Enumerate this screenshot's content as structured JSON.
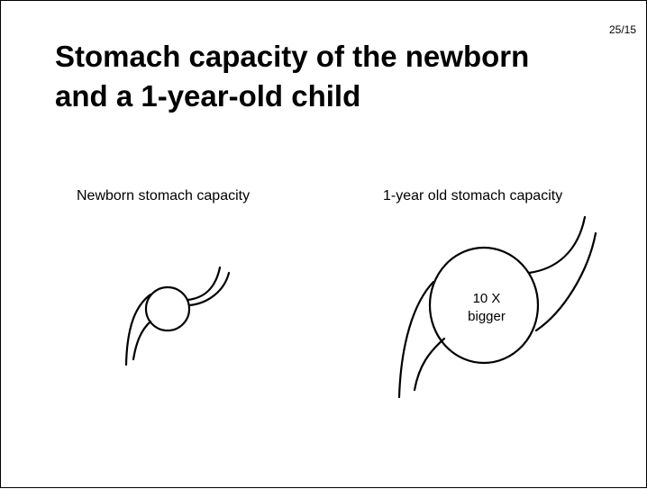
{
  "slide": {
    "page_number": "25/15",
    "title_lines": [
      "Stomach capacity of the newborn",
      "and a 1-year-old child"
    ]
  },
  "diagram": {
    "newborn": {
      "caption": "Newborn stomach capacity"
    },
    "one_year": {
      "caption": "1-year old stomach capacity",
      "annotation_lines": [
        "10 X",
        "bigger"
      ]
    }
  }
}
